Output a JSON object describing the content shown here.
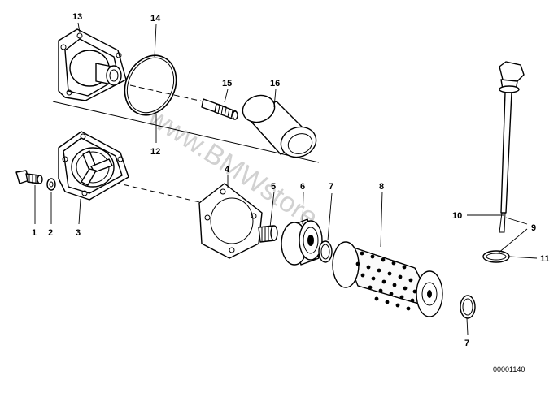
{
  "labels": {
    "p1": "1",
    "p2": "2",
    "p3": "3",
    "p4": "4",
    "p5": "5",
    "p6": "6",
    "p7a": "7",
    "p7b": "7",
    "p8": "8",
    "p9": "9",
    "p10": "10",
    "p11": "11",
    "p12": "12",
    "p13": "13",
    "p14": "14",
    "p15": "15",
    "p16": "16"
  },
  "catalog_number": "00001140",
  "watermark": "www.BMWstore"
}
